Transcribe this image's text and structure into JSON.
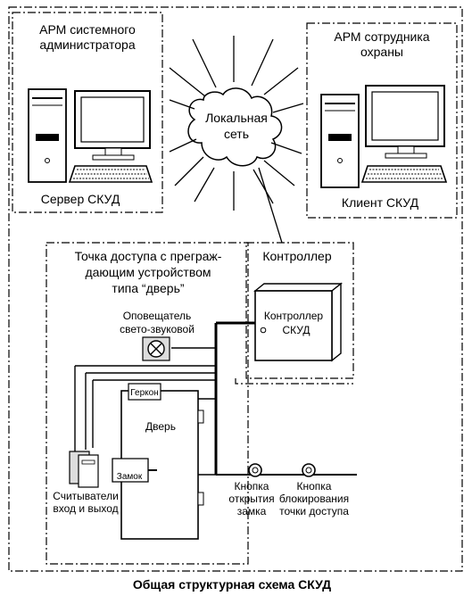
{
  "title": "Общая структурная схема СКУД",
  "admin_box": {
    "title_line1": "АРМ системного",
    "title_line2": "администратора",
    "caption": "Сервер СКУД"
  },
  "guard_box": {
    "title_line1": "АРМ сотрудника",
    "title_line2": "охраны",
    "caption": "Клиент СКУД"
  },
  "network": {
    "line1": "Локальная",
    "line2": "сеть"
  },
  "access_point": {
    "title_line1": "Точка доступа с преграж-",
    "title_line2": "дающим устройством",
    "title_line3": "типа “дверь”"
  },
  "controller_box": {
    "title": "Контроллер",
    "device_line1": "Контроллер",
    "device_line2": "СКУД"
  },
  "annunciator": {
    "line1": "Оповещатель",
    "line2": "свето-звуковой"
  },
  "door": {
    "label": "Дверь",
    "reed_switch": "Геркон",
    "lock": "Замок"
  },
  "readers": {
    "line1": "Считыватели",
    "line2": "вход и выход"
  },
  "open_button": {
    "line1": "Кнопка",
    "line2": "открытия",
    "line3": "замка"
  },
  "block_button": {
    "line1": "Кнопка",
    "line2": "блокирования",
    "line3": "точки доступа"
  }
}
